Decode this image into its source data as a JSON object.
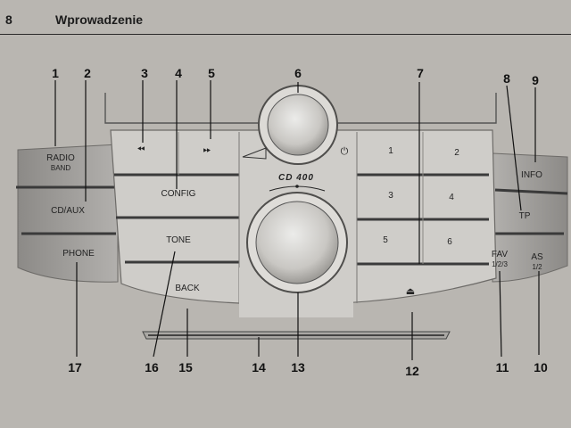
{
  "header": {
    "page_number": "8",
    "title": "Wprowadzenie"
  },
  "panel": {
    "brand": "CD 400",
    "buttons": {
      "radio_band": [
        "RADIO",
        "BAND"
      ],
      "cd_aux": "CD/AUX",
      "phone": "PHONE",
      "config": "CONFIG",
      "tone": "TONE",
      "back": "BACK",
      "info": "INFO",
      "tp": "TP",
      "fav": [
        "FAV",
        "1/2/3"
      ],
      "as": [
        "AS",
        "1/2"
      ],
      "presets": [
        "1",
        "2",
        "3",
        "4",
        "5",
        "6"
      ]
    }
  },
  "callouts": [
    "1",
    "2",
    "3",
    "4",
    "5",
    "6",
    "7",
    "8",
    "9",
    "10",
    "11",
    "12",
    "13",
    "14",
    "15",
    "16",
    "17"
  ]
}
